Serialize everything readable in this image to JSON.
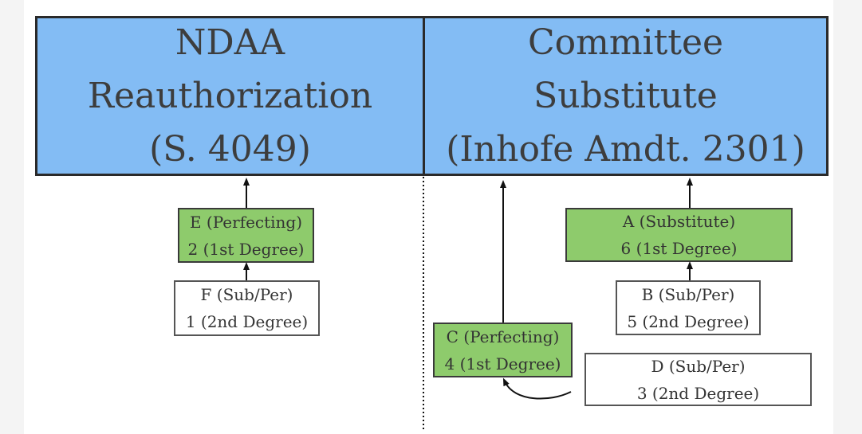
{
  "headers": {
    "left": {
      "line1": "NDAA",
      "line2": "Reauthorization",
      "line3": "(S. 4049)"
    },
    "right": {
      "line1": "Committee",
      "line2": "Substitute",
      "line3": "(Inhofe Amdt. 2301)"
    }
  },
  "amendments": {
    "e": {
      "line1": "E (Perfecting)",
      "line2": "2 (1st Degree)"
    },
    "f": {
      "line1": "F (Sub/Per)",
      "line2": "1 (2nd Degree)"
    },
    "a": {
      "line1": "A (Substitute)",
      "line2": "6 (1st Degree)"
    },
    "b": {
      "line1": "B (Sub/Per)",
      "line2": "5 (2nd Degree)"
    },
    "c": {
      "line1": "C (Perfecting)",
      "line2": "4 (1st Degree)"
    },
    "d": {
      "line1": "D (Sub/Per)",
      "line2": "3 (2nd Degree)"
    }
  },
  "colors": {
    "header_fill": "#83bcf4",
    "perfecting_fill": "#8ecb6c",
    "second_degree_fill": "#ffffff",
    "line": "#111111"
  }
}
